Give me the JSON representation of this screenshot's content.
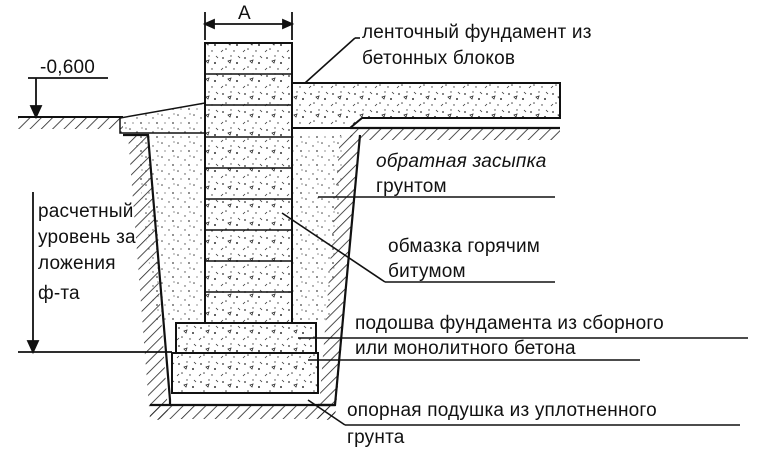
{
  "dimension": {
    "width_label": "А",
    "level_mark": "-0,600"
  },
  "labels": {
    "strip_foundation": {
      "line1": "ленточный фундамент из",
      "line2": "бетонных блоков"
    },
    "backfill": {
      "line1": "обратная засыпка",
      "line2": "грунтом"
    },
    "coating": {
      "line1": "обмазка горячим",
      "line2": "битумом"
    },
    "footing": {
      "line1": "подошва фундамента из сборного",
      "line2": "или монолитного бетона"
    },
    "cushion": {
      "line1": "опорная подушка из уплотненного",
      "line2": "грунта"
    },
    "design_depth": {
      "line1": "расчетный",
      "line2": "уровень за",
      "line3": "ложения",
      "line4": "ф-та"
    }
  }
}
